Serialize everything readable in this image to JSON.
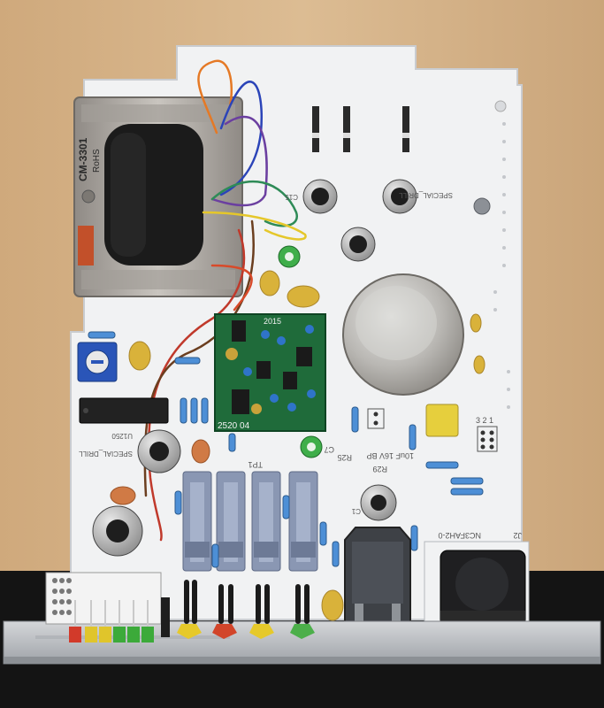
{
  "photo": {
    "subject": "audio-module-circuit-board",
    "colors": {
      "wood": "#d6b48a",
      "board": "#f1f2f3",
      "panel": "#b9bcc0",
      "transformer_tape": "#1b1b1b",
      "daughter_board": "#1f6b3a"
    }
  },
  "labels": {
    "transformer_model": "CM-3301",
    "transformer_rohs": "RoHS",
    "daughter_year": "2015",
    "daughter_code": "2520 04",
    "silk_special_drill": "SPECIAL_DRILL",
    "silk_cap_note": "10uF 16V BP",
    "silk_r25": "R25",
    "silk_r29": "R29",
    "silk_tp1": "TP1",
    "silk_connector": "NC3FAH2-0",
    "silk_j2": "J2",
    "silk_u1250": "U1250",
    "silk_c7": "C7",
    "silk_c1": "C1",
    "silk_c15": "C15",
    "silk_123": "3 2 1"
  }
}
